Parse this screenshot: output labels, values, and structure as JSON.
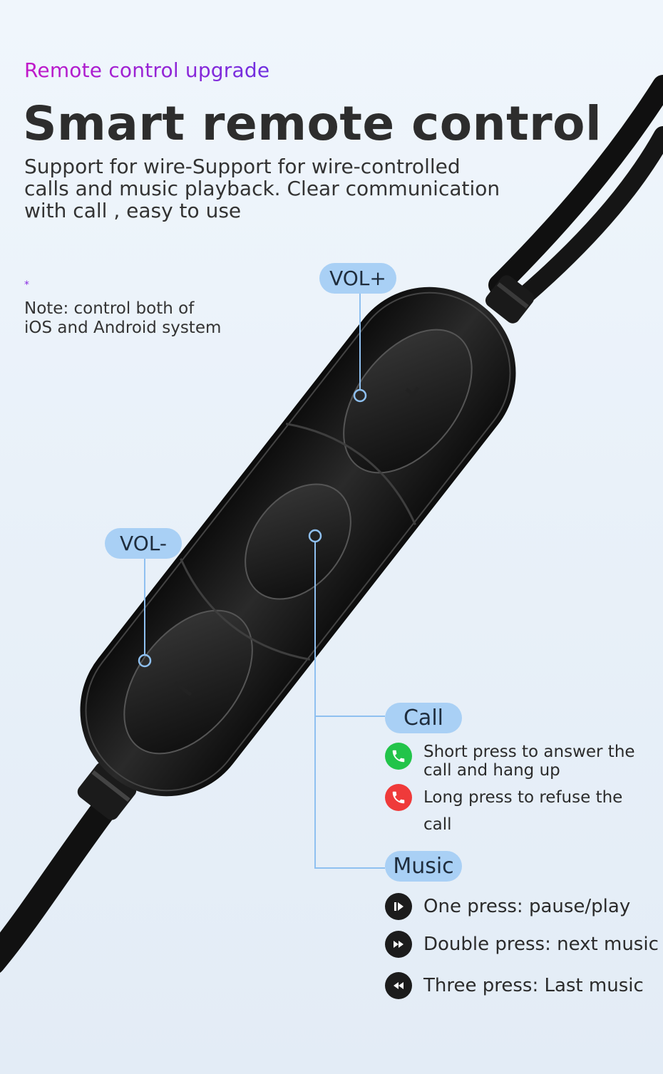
{
  "header": {
    "subtitle": "Remote control upgrade",
    "title": "Smart remote control",
    "description": "Support for wire-Support for wire-controlled calls and music playback. Clear communication with call , easy to use"
  },
  "note": {
    "star": "*",
    "text": "Note: control both of iOS and Android system"
  },
  "labels": {
    "vol_plus": "VOL+",
    "vol_minus": "VOL-",
    "call": "Call",
    "music": "Music"
  },
  "call": {
    "items": [
      {
        "icon": "phone-answer-icon",
        "text": "Short press to answer the call and hang up"
      },
      {
        "icon": "phone-refuse-icon",
        "text": "Long press to refuse the call"
      }
    ]
  },
  "music": {
    "items": [
      {
        "icon": "play-pause-icon",
        "text": "One press: pause/play"
      },
      {
        "icon": "fast-forward-icon",
        "text": "Double press: next music"
      },
      {
        "icon": "rewind-icon",
        "text": "Three press: Last music"
      }
    ]
  },
  "colors": {
    "accent_gradient_start": "#c218c9",
    "accent_gradient_end": "#6f2ee0",
    "pill": "#a9d0f5",
    "leader_line": "#8fc0f0",
    "call_green": "#22c44a",
    "call_red": "#ef3a3a"
  }
}
